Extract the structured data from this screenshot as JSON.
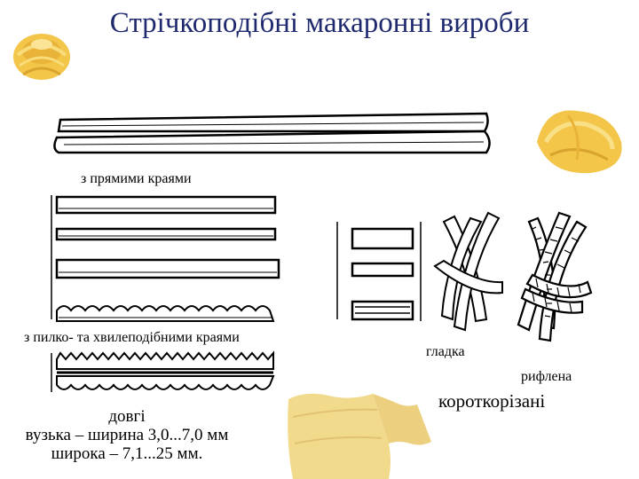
{
  "slide": {
    "title": "Стрічкоподібні макаронні вироби"
  },
  "labels": {
    "straight_edges": "з прямими краями",
    "saw_wave_edges": "з пилко- та хвилеподібними краями",
    "smooth": "гладка",
    "ribbed": "рифлена",
    "short_cut": "короткорізані",
    "long_title": "довгі",
    "long_narrow": "вузька – ширина 3,0...7,0 мм",
    "long_wide": "широка – 7,1...25 мм."
  },
  "colors": {
    "title": "#1f2a6e",
    "pasta_yellow": "#f3c64a",
    "lasagna": "#f1da8c"
  }
}
